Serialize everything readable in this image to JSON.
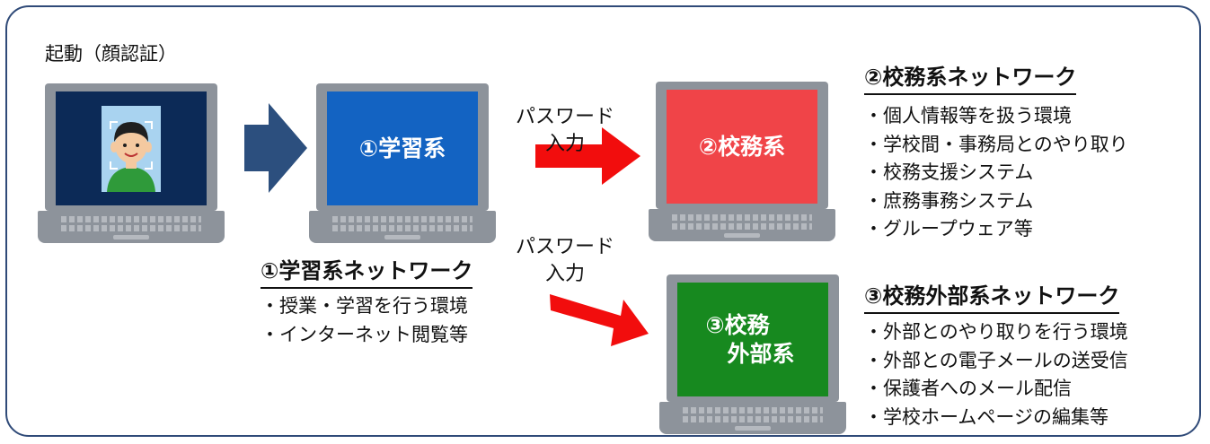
{
  "startup_label": "起動（顔認証）",
  "laptops": {
    "start": {
      "screen_color": "#0c2a57"
    },
    "learning": {
      "label": "①学習系",
      "screen_color": "#1363c2"
    },
    "school_affairs": {
      "label": "②校務系",
      "screen_color": "#f04448"
    },
    "external": {
      "label_line1": "③校務",
      "label_line2": "外部系",
      "screen_color": "#17891f"
    }
  },
  "password_label_1": {
    "line1": "パスワード",
    "line2": "入力"
  },
  "password_label_2": {
    "line1": "パスワード",
    "line2": "入力"
  },
  "learning_network": {
    "title": "①学習系ネットワーク",
    "items": [
      "・授業・学習を行う環境",
      "・インターネット閲覧等"
    ]
  },
  "school_affairs_network": {
    "title": "②校務系ネットワーク",
    "items": [
      "・個人情報等を扱う環境",
      "・学校間・事務局とのやり取り",
      "・校務支援システム",
      "・庶務事務システム",
      "・グループウェア等"
    ]
  },
  "external_network": {
    "title": "③校務外部系ネットワーク",
    "items": [
      "・外部とのやり取りを行う環境",
      "・外部との電子メールの送受信",
      "・保護者へのメール配信",
      "・学校ホームページの編集等"
    ]
  },
  "colors": {
    "frame": "#2f4a78",
    "blue_arrow": "#2c4f7e",
    "red_arrow": "#f20d0d",
    "laptop_body": "#8d939b"
  }
}
